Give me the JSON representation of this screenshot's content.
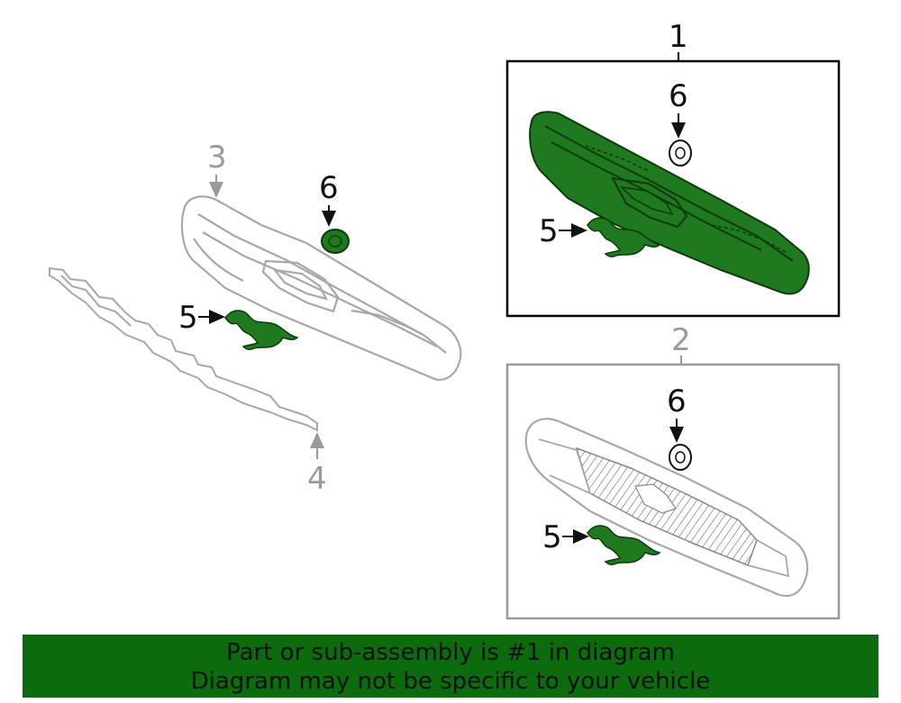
{
  "callouts": {
    "part1": "1",
    "part2": "2",
    "part3": "3",
    "part4": "4",
    "part5_left": "5",
    "part6_left": "6",
    "part6_box1": "6",
    "part5_box1": "5",
    "part6_box2": "6",
    "part5_box2": "5"
  },
  "banner": {
    "line1": "Part or sub-assembly is #1 in diagram",
    "line2": "Diagram may not be specific to your vehicle"
  },
  "colors": {
    "highlight": "#1f7a1f",
    "highlight_dark": "#0c4a0c",
    "banner": "#0c6b0c",
    "outline_gray": "#a8a8a8",
    "box_border": "#000000",
    "box2_border": "#9a9a9a"
  }
}
